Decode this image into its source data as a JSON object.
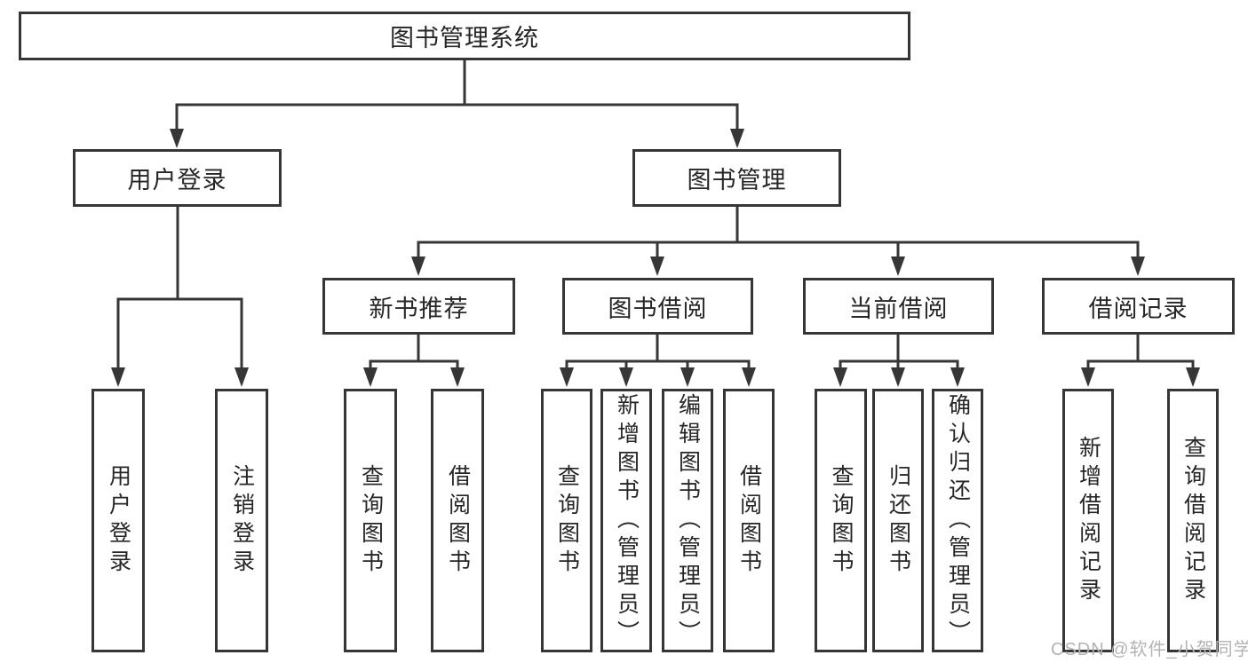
{
  "diagram": {
    "title": "图书管理系统",
    "level2": {
      "user_login": "用户登录",
      "book_mgmt": "图书管理"
    },
    "level3": {
      "new_book_rec": "新书推荐",
      "book_borrow": "图书借阅",
      "current_borrow": "当前借阅",
      "borrow_records": "借阅记录"
    },
    "leaves": {
      "user_login": [
        "用户登录",
        "注销登录"
      ],
      "new_book_rec": [
        "查询图书",
        "借阅图书"
      ],
      "book_borrow": [
        "查询图书",
        "新增图书（管理员）",
        "编辑图书（管理员）",
        "借阅图书"
      ],
      "current_borrow": [
        "查询图书",
        "归还图书",
        "确认归还（管理员）"
      ],
      "borrow_records": [
        "新增借阅记录",
        "查询借阅记录"
      ]
    }
  },
  "watermark": "CSDN @软件_小贺同学",
  "colors": {
    "line": "#363636",
    "text": "#262626",
    "watermark": "#b3b3b3",
    "background": "#ffffff"
  }
}
